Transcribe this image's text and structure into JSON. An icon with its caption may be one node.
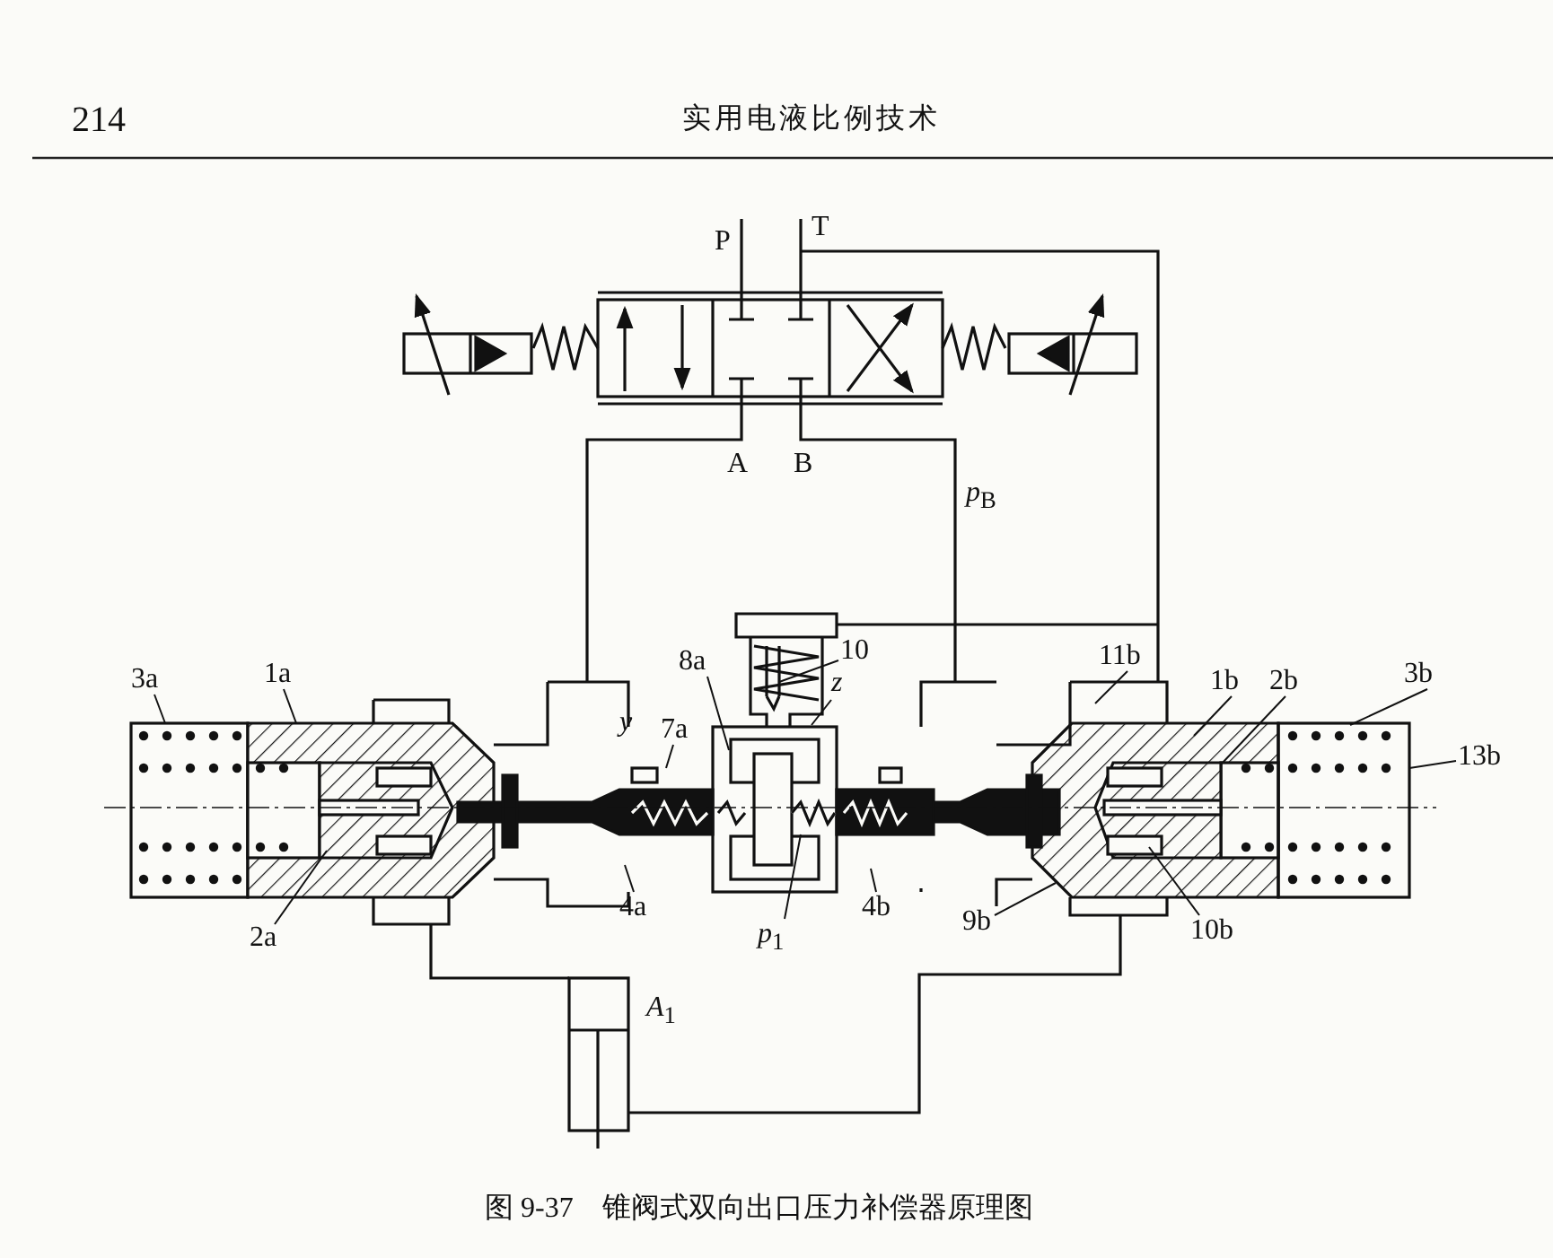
{
  "diagram": {
    "caption": "图 9-37　锥阀式双向出口压力补偿器原理图",
    "nodes": [
      {
        "text": [
          "10"
        ]
      },
      {
        "text": [
          "8a"
        ]
      },
      {
        "text": [
          "z"
        ]
      },
      {
        "text": [
          "11b"
        ]
      },
      {
        "text": [
          "3a"
        ]
      },
      {
        "text": [
          "1a"
        ]
      },
      {
        "text": [
          "7a"
        ]
      },
      {
        "text": [
          "1b"
        ]
      },
      {
        "text": [
          "2b"
        ]
      },
      {
        "text": [
          "3b"
        ]
      },
      {
        "text": [
          "13b"
        ]
      },
      {
        "text": [
          "4a"
        ]
      },
      {
        "text": [
          "4b"
        ]
      },
      {
        "text": [
          "2a"
        ]
      },
      {
        "text": [
          "*p*$_{1}$"
        ]
      },
      {
        "text": [
          "9b"
        ]
      },
      {
        "text": [
          "10b"
        ]
      }
    ],
    "edges": [
      {
        "from": 0,
        "to": null,
        "arrow": "none"
      },
      {
        "from": 1,
        "to": null,
        "arrow": "none"
      },
      {
        "from": 2,
        "to": null,
        "arrow": "none"
      },
      {
        "from": 3,
        "to": null,
        "arrow": "none"
      },
      {
        "from": 4,
        "to": null,
        "arrow": "none"
      },
      {
        "from": 5,
        "to": null,
        "arrow": "none"
      },
      {
        "from": 6,
        "to": null,
        "arrow": "none"
      },
      {
        "from": 7,
        "to": null,
        "arrow": "none"
      },
      {
        "from": 8,
        "to": null,
        "arrow": "none"
      },
      {
        "from": 9,
        "to": null,
        "arrow": "none"
      },
      {
        "from": 10,
        "to": null,
        "arrow": "none"
      },
      {
        "from": 11,
        "to": null,
        "arrow": "none"
      },
      {
        "from": 12,
        "to": null,
        "arrow": "none"
      },
      {
        "from": 13,
        "to": null,
        "arrow": "none"
      },
      {
        "from": 14,
        "to": null,
        "arrow": "none"
      },
      {
        "from": 15,
        "to": null,
        "arrow": "none"
      },
      {
        "from": 16,
        "to": null,
        "arrow": "none"
      }
    ],
    "labels": [
      "214",
      "实用电液比例技术",
      "P",
      "T",
      "A",
      "B",
      "*p*$_{B}$",
      "y",
      "*A*$_{1}$"
    ]
  }
}
